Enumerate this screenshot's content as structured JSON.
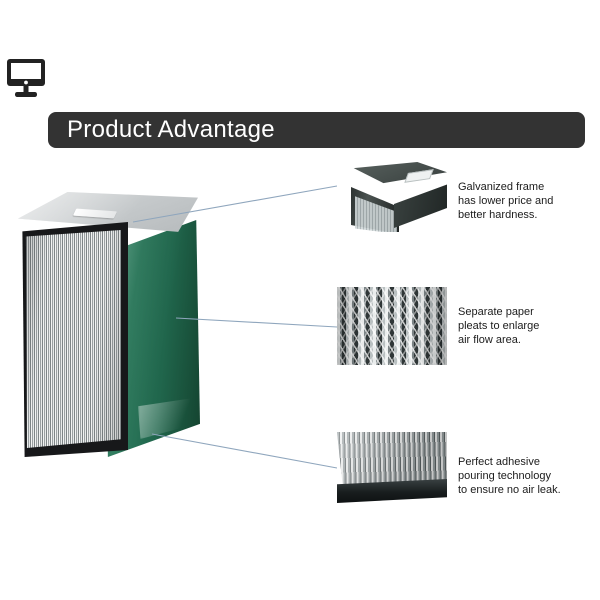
{
  "header": {
    "icon": "monitor-icon",
    "title": "Product Advantage",
    "banner_color": "#333333",
    "title_color": "#ffffff"
  },
  "product": {
    "name": "HEPA box filter",
    "top_face_color": "#c3c7c9",
    "side_panel_color": "#20664c",
    "frame_color": "#17181a",
    "media_color": "#dfe3e4",
    "top_label": ""
  },
  "features": [
    {
      "id": "galvanized-frame",
      "photo": "galvanized-frame-corner-photo",
      "caption": "Galvanized frame has lower price and better hardness.",
      "lines": [
        "Galvanized frame",
        "has lower price and",
        "better hardness."
      ]
    },
    {
      "id": "separate-paper-pleats",
      "photo": "paper-pleats-closeup-photo",
      "caption": "Separate paper pleats to enlarge air flow area.",
      "lines": [
        "Separate paper",
        "pleats to enlarge",
        "air flow area."
      ]
    },
    {
      "id": "adhesive-pouring",
      "photo": "adhesive-pouring-corner-photo",
      "caption": "Perfect adhesive pouring technology to ensure no air leak.",
      "lines": [
        "Perfect adhesive",
        "pouring technology",
        "to ensure no air leak."
      ]
    }
  ],
  "connectors": {
    "color": "#8fa6bd",
    "count": 3
  },
  "background_color": "#ffffff"
}
